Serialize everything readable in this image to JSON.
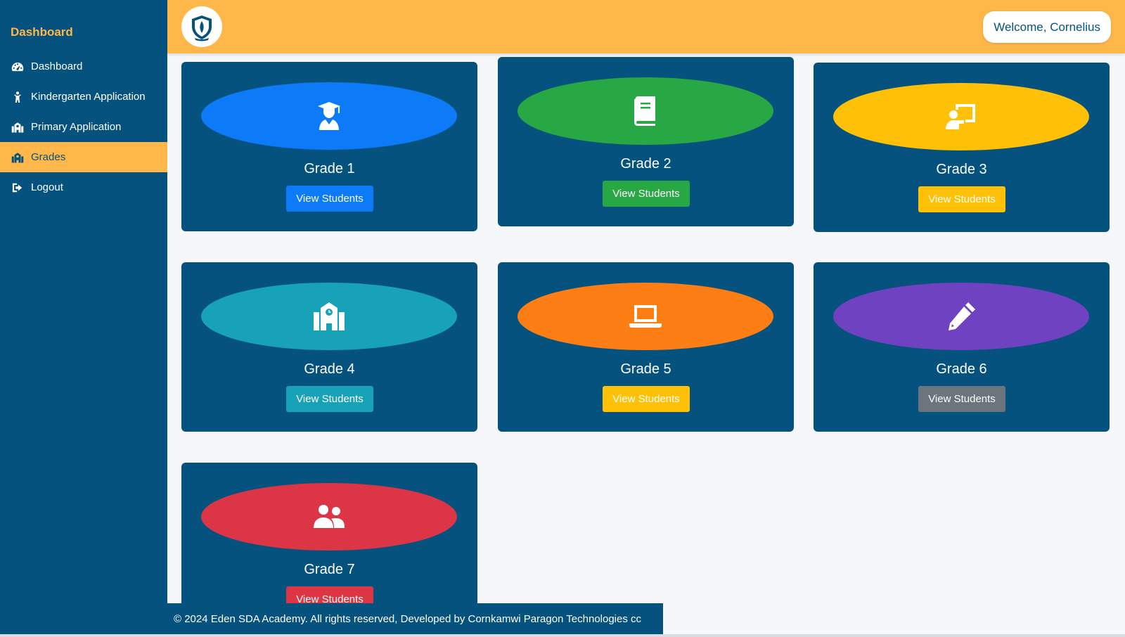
{
  "sidebar": {
    "brand": "Dashboard",
    "items": [
      {
        "label": "Dashboard",
        "icon": "speedometer-icon"
      },
      {
        "label": "Kindergarten Application",
        "icon": "child-icon"
      },
      {
        "label": "Primary Application",
        "icon": "school-icon"
      },
      {
        "label": "Grades",
        "icon": "school-icon",
        "active": true
      },
      {
        "label": "Logout",
        "icon": "logout-icon"
      }
    ]
  },
  "header": {
    "welcome": "Welcome, Cornelius"
  },
  "cards": [
    {
      "title": "Grade 1",
      "button": "View Students",
      "icon": "graduate-icon",
      "color": "#0d7bf7"
    },
    {
      "title": "Grade 2",
      "button": "View Students",
      "icon": "book-icon",
      "color": "#28a745"
    },
    {
      "title": "Grade 3",
      "button": "View Students",
      "icon": "teacher-board-icon",
      "color": "#ffc107"
    },
    {
      "title": "Grade 4",
      "button": "View Students",
      "icon": "school-icon",
      "color": "#17a2b8",
      "button_color": "#17a2b8"
    },
    {
      "title": "Grade 5",
      "button": "View Students",
      "icon": "laptop-icon",
      "color": "#fd7e14",
      "button_color": "#ffc107"
    },
    {
      "title": "Grade 6",
      "button": "View Students",
      "icon": "pencil-icon",
      "color": "#6f42c1",
      "button_color": "#6c757d"
    },
    {
      "title": "Grade 7",
      "button": "View Students",
      "icon": "users-icon",
      "color": "#dc3545",
      "button_color": "#dc3545"
    }
  ],
  "footer": {
    "text": "© 2024 Eden SDA Academy. All rights reserved, Developed by Cornkamwi Paragon Technologies cc"
  },
  "colors": {
    "sidebar": "#06527f",
    "accent": "#ffb74a",
    "background": "#f5f7fa"
  }
}
